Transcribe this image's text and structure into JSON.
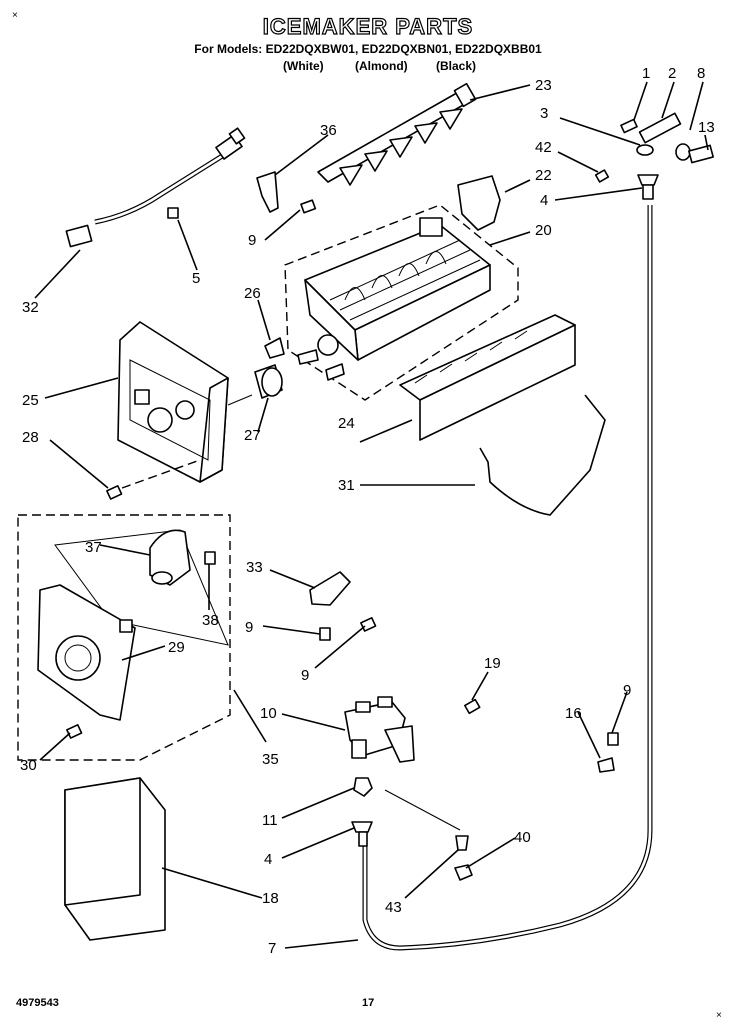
{
  "header": {
    "title": "ICEMAKER PARTS",
    "models_line": "For Models: ED22DQXBW01, ED22DQXBN01, ED22DQXBB01",
    "color_white": "(White)",
    "color_almond": "(Almond)",
    "color_black": "(Black)"
  },
  "footer": {
    "doc_number": "4979543",
    "page_number": "17"
  },
  "callouts": [
    "1",
    "2",
    "8",
    "3",
    "13",
    "42",
    "4",
    "22",
    "23",
    "36",
    "9",
    "5",
    "32",
    "20",
    "26",
    "25",
    "28",
    "27",
    "24",
    "31",
    "37",
    "38",
    "29",
    "33",
    "9",
    "9",
    "19",
    "30",
    "35",
    "10",
    "16",
    "9",
    "11",
    "4",
    "40",
    "43",
    "18",
    "7"
  ]
}
